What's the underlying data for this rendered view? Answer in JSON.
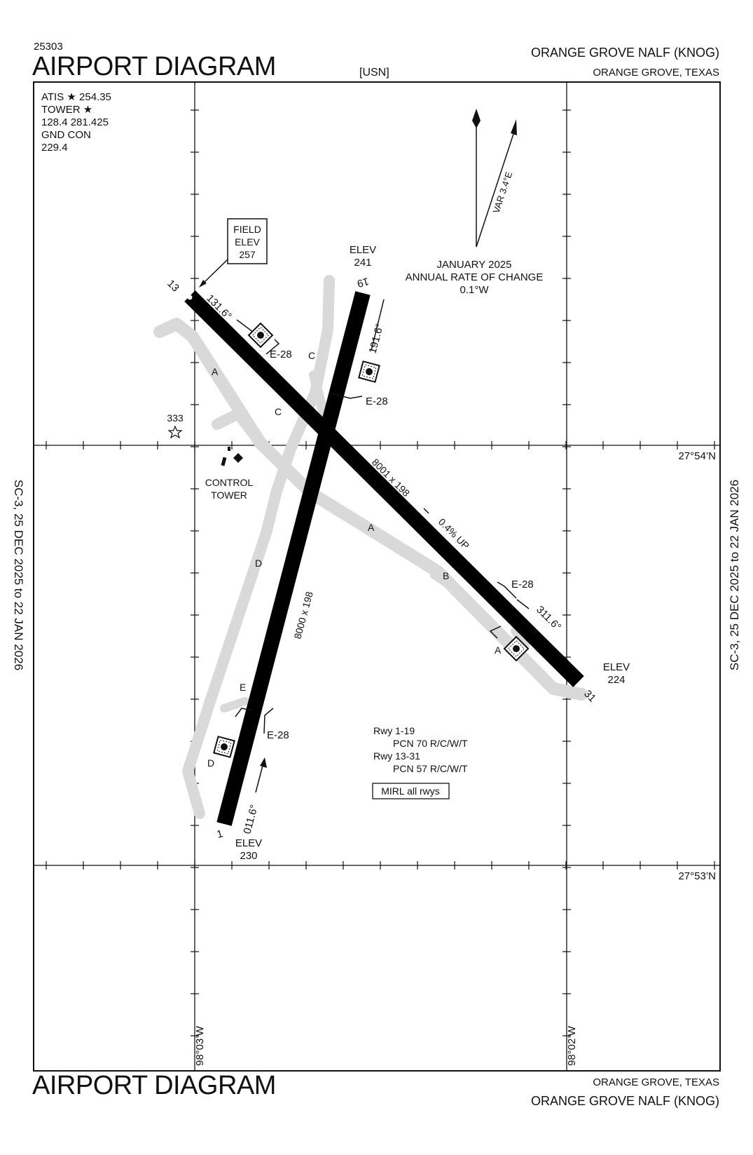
{
  "header": {
    "chart_number": "25303",
    "title": "AIRPORT DIAGRAM",
    "agency": "[USN]",
    "airport_name": "ORANGE GROVE NALF  (KNOG)",
    "city_state": "ORANGE GROVE, TEXAS"
  },
  "footer": {
    "title": "AIRPORT DIAGRAM",
    "city_state": "ORANGE GROVE, TEXAS",
    "airport_name": "ORANGE GROVE NALF  (KNOG)"
  },
  "validity": {
    "left": "SC-3,  25 DEC 2025  to  22 JAN 2026",
    "right": "SC-3,  25 DEC 2025  to  22 JAN 2026"
  },
  "frequencies": {
    "atis": "ATIS ★ 254.35",
    "tower": "TOWER ★",
    "tower_freqs": "128.4  281.425",
    "gnd_con": "GND CON",
    "gnd_freq": "229.4"
  },
  "field_elevation": {
    "line1": "FIELD",
    "line2": "ELEV",
    "value": "257"
  },
  "magnetic": {
    "variation": "VAR 3.4°E",
    "epoch": "JANUARY 2025",
    "rate_label": "ANNUAL RATE OF CHANGE",
    "rate": "0.1°W"
  },
  "coordinates": {
    "lat_north": "27°54’N",
    "lat_south": "27°53’N",
    "lon_west": "98°03’W",
    "lon_east": "98°02’W"
  },
  "runways": [
    {
      "id": "1-19",
      "length_width": "8000 x 198",
      "end_a": {
        "number": "1",
        "heading": "011.6°",
        "elev_label": "ELEV",
        "elev": "230"
      },
      "end_b": {
        "number": "19",
        "heading": "191.6°",
        "elev_label": "ELEV",
        "elev": "241"
      },
      "pcn": "PCN 70 R/C/W/T"
    },
    {
      "id": "13-31",
      "length_width": "8001 x 198",
      "gradient": "0.4% UP",
      "end_a": {
        "number": "13",
        "heading": "131.6°"
      },
      "end_b": {
        "number": "31",
        "heading": "311.6°",
        "elev_label": "ELEV",
        "elev": "224"
      },
      "pcn": "PCN 57 R/C/W/T"
    }
  ],
  "arresting_gear": "E-28",
  "taxiways": [
    "A",
    "A",
    "A",
    "B",
    "C",
    "C",
    "D",
    "D",
    "E"
  ],
  "obstacle": "333",
  "control_tower": {
    "line1": "CONTROL",
    "line2": "TOWER"
  },
  "remarks": {
    "rwy_1_19": "Rwy 1-19",
    "pcn_1_19": "PCN 70 R/C/W/T",
    "rwy_13_31": "Rwy 13-31",
    "pcn_13_31": "PCN 57 R/C/W/T",
    "lighting": "MIRL all rwys"
  }
}
